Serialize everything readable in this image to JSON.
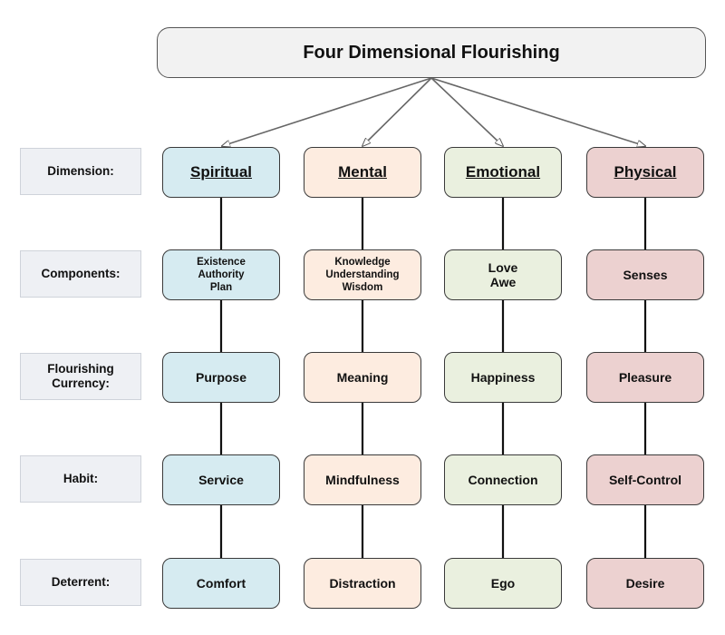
{
  "title": "Four Dimensional Flourishing",
  "row_labels": {
    "dimension": "Dimension:",
    "components": "Components:",
    "currency": "Flourishing\nCurrency:",
    "habit": "Habit:",
    "deterrent": "Deterrent:"
  },
  "colors": {
    "spiritual": "#d6ebf1",
    "mental": "#fdece0",
    "emotional": "#eaf0df",
    "physical": "#ecd1d0"
  },
  "columns": [
    {
      "dimension": "Spiritual",
      "components": "Existence\nAuthority\nPlan",
      "currency": "Purpose",
      "habit": "Service",
      "deterrent": "Comfort"
    },
    {
      "dimension": "Mental",
      "components": "Knowledge\nUnderstanding\nWisdom",
      "currency": "Meaning",
      "habit": "Mindfulness",
      "deterrent": "Distraction"
    },
    {
      "dimension": "Emotional",
      "components": "Love\nAwe",
      "currency": "Happiness",
      "habit": "Connection",
      "deterrent": "Ego"
    },
    {
      "dimension": "Physical",
      "components": "Senses",
      "currency": "Pleasure",
      "habit": "Self-Control",
      "deterrent": "Desire"
    }
  ]
}
